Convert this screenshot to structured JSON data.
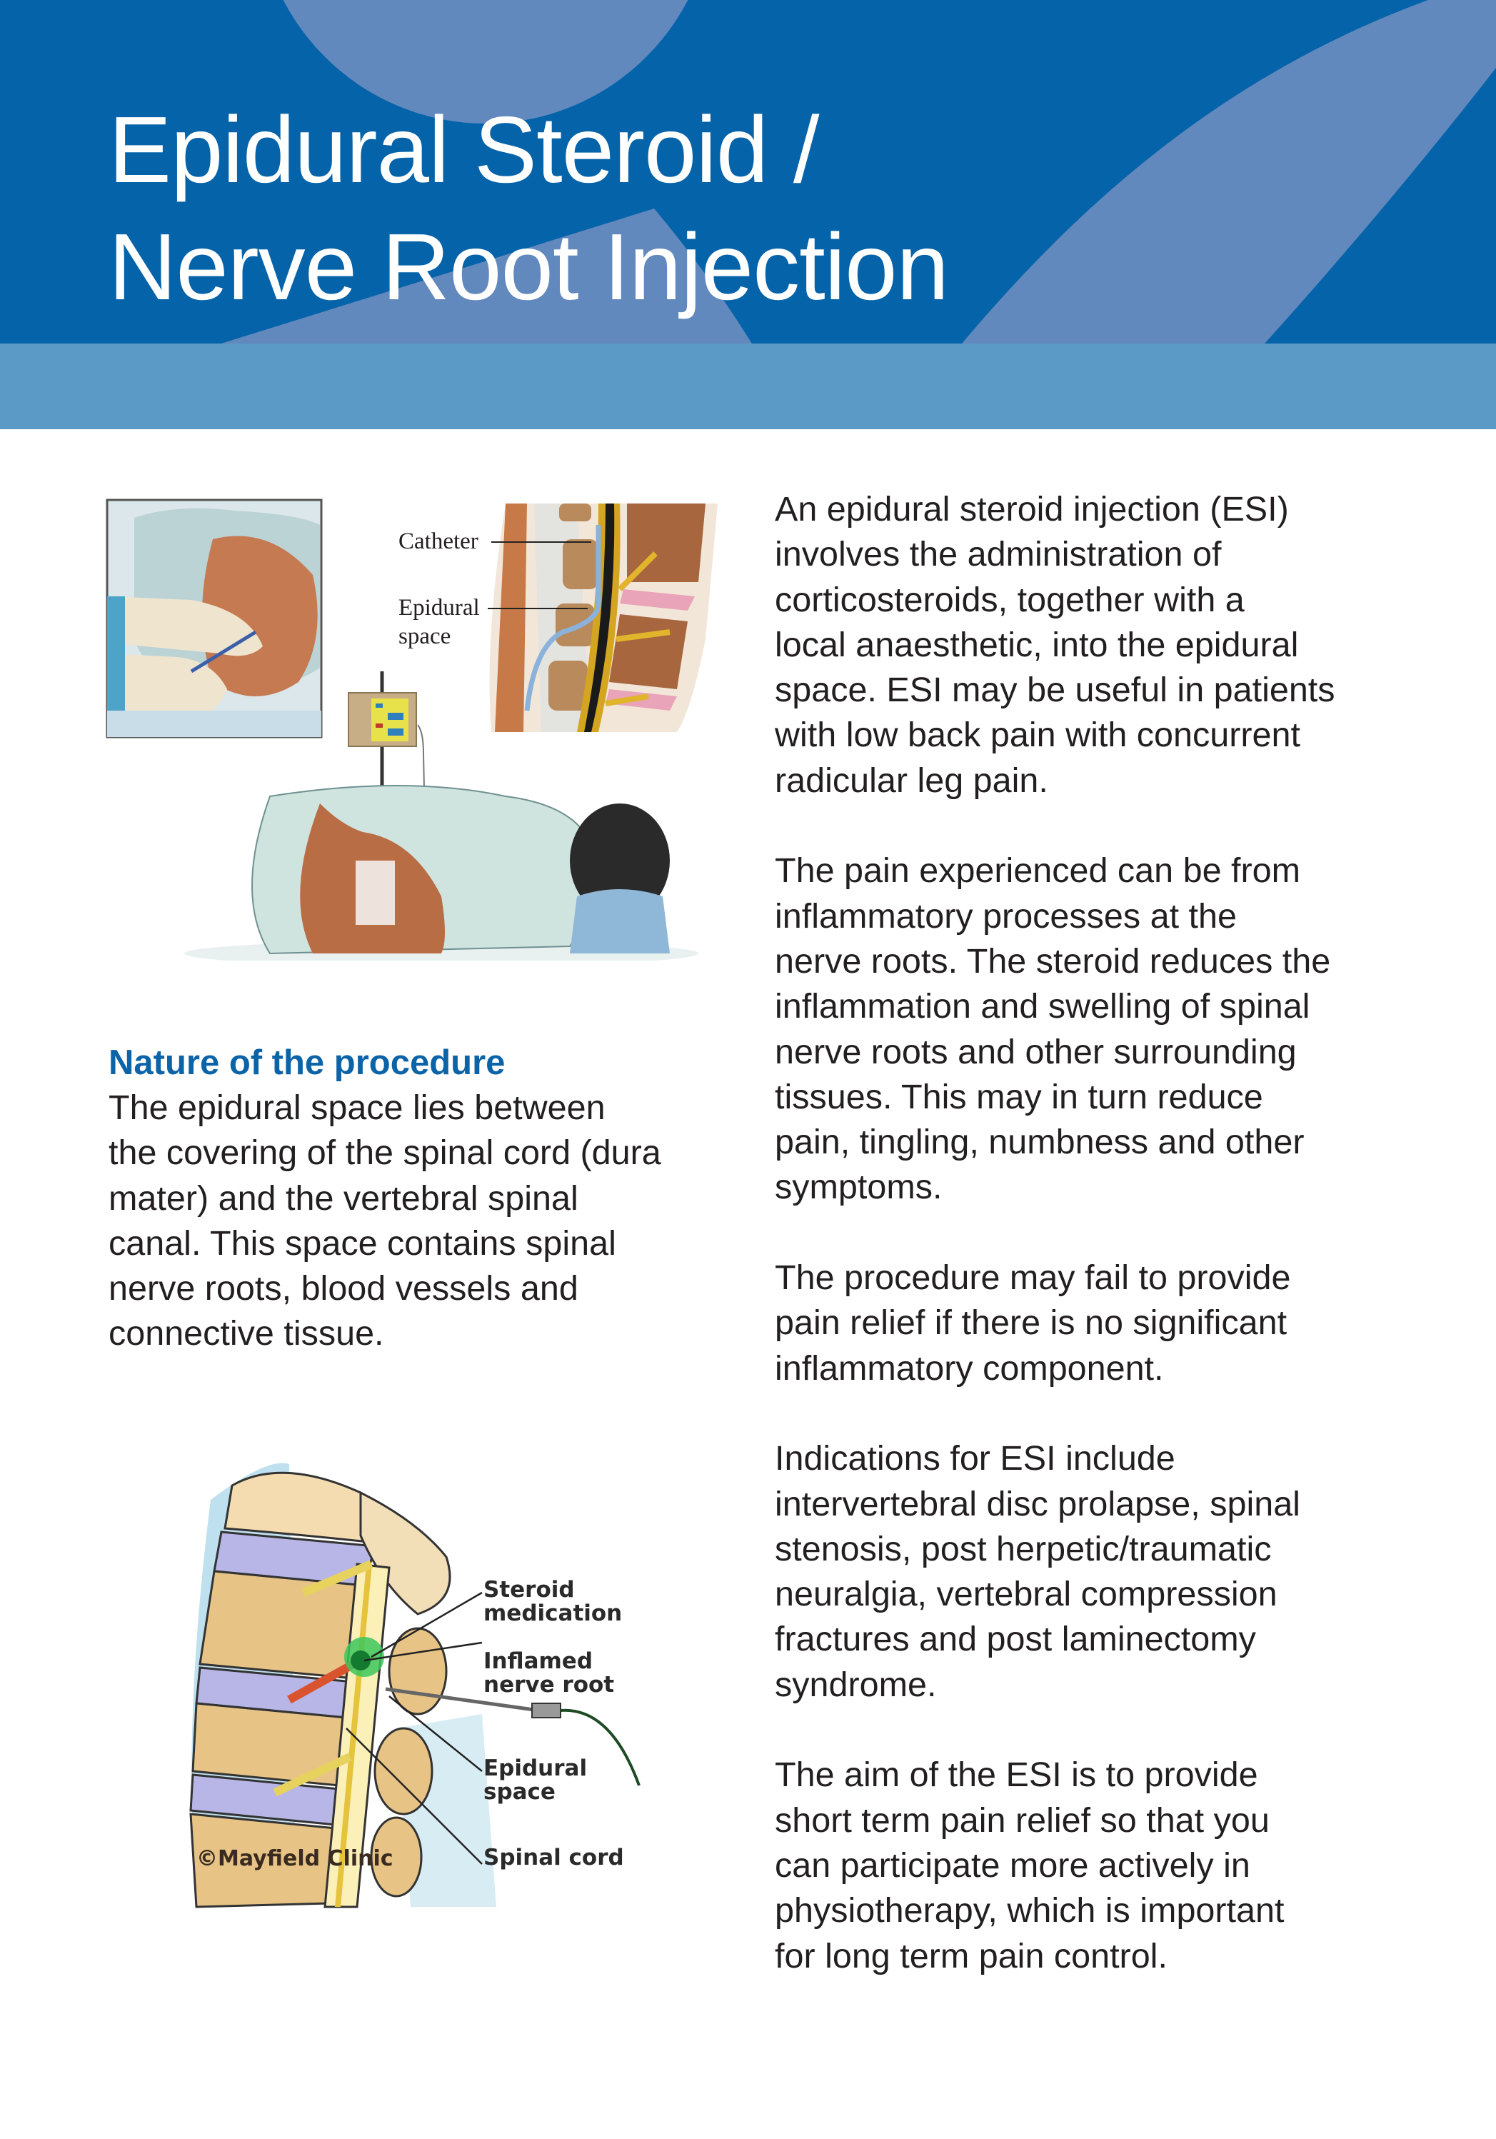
{
  "header": {
    "title_lines": [
      "Epidural Steroid /",
      "Nerve Root Injection"
    ],
    "colors": {
      "header_bg": "#0563a9",
      "band_bg": "#5b99c6",
      "decor": "#6289bd",
      "title_text": "#ffffff"
    }
  },
  "figure_epidural_catheter": {
    "labels": {
      "catheter": "Catheter",
      "epidural_space_line1": "Epidural",
      "epidural_space_line2": "space"
    },
    "scenes": [
      "gloved-hands-inserting-needle-inset",
      "spine-cross-section-with-catheter",
      "infusion-pump-on-pole",
      "patient-lying-on-side-with-dressing"
    ]
  },
  "nature_section": {
    "heading": "Nature of the procedure",
    "heading_color": "#0b63a8",
    "body": "The epidural space lies between\nthe covering of the spinal cord (dura\nmater) and the vertebral spinal\ncanal. This space contains spinal\nnerve roots, blood vessels and\nconnective tissue."
  },
  "figure_spine_injection": {
    "labels": {
      "steroid": "Steroid\nmedication",
      "inflamed": "Inflamed\nnerve root",
      "epidural": "Epidural\nspace",
      "spinal_cord": "Spinal cord"
    },
    "credit": "©Mayfield Clinic"
  },
  "right_column": {
    "paragraphs": [
      "An epidural steroid injection (ESI)\ninvolves the administration of\ncorticosteroids, together with a\nlocal anaesthetic, into the epidural\nspace. ESI may be useful in patients\nwith low back pain with concurrent\nradicular leg pain.",
      "The pain experienced can be from\ninflammatory processes at the\nnerve roots. The steroid reduces the\ninflammation and swelling of spinal\nnerve roots and other surrounding\ntissues. This may in turn reduce\npain, tingling, numbness and other\nsymptoms.",
      "The procedure may fail to provide\npain relief if there is no significant\ninflammatory component.",
      "Indications for ESI include\nintervertebral disc prolapse, spinal\nstenosis, post herpetic/traumatic\nneuralgia, vertebral compression\nfractures and post laminectomy\nsyndrome.",
      "The aim of the ESI is to provide\nshort term pain relief so that you\ncan participate more actively in\nphysiotherapy, which is important\nfor long term pain control."
    ]
  }
}
